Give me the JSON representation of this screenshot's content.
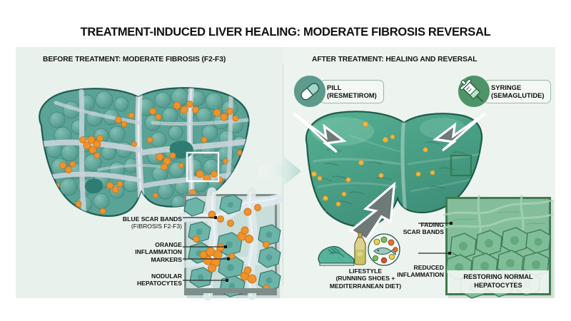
{
  "title": "TREATMENT-INDUCED LIVER HEALING: MODERATE FIBROSIS REVERSAL",
  "panels": {
    "before": {
      "header": "BEFORE TREATMENT: MODERATE FIBROSIS (F2-F3)",
      "liver_state": "nodular cirrhotic liver with scar bands and inflammation",
      "inset_caption": "",
      "annotations": [
        {
          "label": "BLUE SCAR BANDS",
          "sub": "(FIBROSIS F2-F3)"
        },
        {
          "label": "ORANGE\nINFLAMMATION\nMARKERS",
          "sub": ""
        },
        {
          "label": "NODULAR\nHEPATOCYTES",
          "sub": ""
        }
      ],
      "annotation_lines": [
        "BLUE SCAR BANDS",
        "(FIBROSIS F2-F3)",
        "ORANGE",
        "INFLAMMATION",
        "MARKERS",
        "NODULAR",
        "HEPATOCYTES"
      ]
    },
    "after": {
      "header": "AFTER TREATMENT: HEALING AND REVERSAL",
      "liver_state": "smooth healing liver with reduced inflammation",
      "inset_caption": "RESTORING NORMAL\nHEPATOCYTES",
      "inset_caption_line1": "RESTORING NORMAL",
      "inset_caption_line2": "HEPATOCYTES",
      "annotation_lines": [
        "FADING",
        "SCAR BANDS",
        "REDUCED",
        "INFLAMMATION"
      ]
    }
  },
  "callouts": [
    {
      "icon": "pill-capsule-icon",
      "line1": "PILL",
      "line2": "(RESMETIROM)",
      "disc_color": "#5e9b8c"
    },
    {
      "icon": "syringe-icon",
      "line1": "SYRINGE",
      "line2": "(SEMAGLUTIDE)",
      "disc_color": "#4f9468"
    }
  ],
  "lifestyle": {
    "line1": "LIFESTYLE",
    "line2": "(RUNNING SHOES +",
    "line3": "MEDITERRANEAN DIET)",
    "icons": [
      "running-shoe-icon",
      "olive-oil-bottle-icon",
      "mediterranean-plate-icon"
    ]
  },
  "colors": {
    "background": "#ffffff",
    "panel_before": "#e9f1ec",
    "panel_after": "#edf3ee",
    "liver_teal": "#5ba396",
    "liver_green": "#4aa382",
    "scar_band": "#c3cdd2",
    "inflammation_orange": "#f0932b",
    "arrow_grey": "#6e7a78",
    "inset_border_before": "#7d8e8a",
    "inset_border_after": "#3f7b4e",
    "title_text": "#111111"
  }
}
